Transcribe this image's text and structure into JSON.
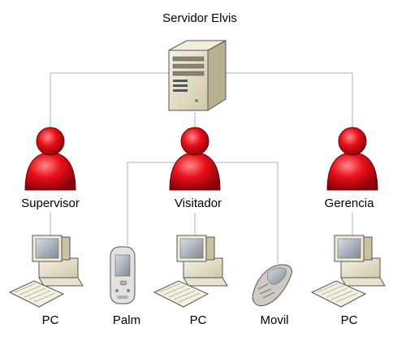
{
  "diagram": {
    "server": {
      "label": "Servidor Elvis",
      "icon": "server-tower-icon"
    },
    "users": [
      {
        "id": "supervisor",
        "label": "Supervisor",
        "icon": "user-icon"
      },
      {
        "id": "visitador",
        "label": "Visitador",
        "icon": "user-icon"
      },
      {
        "id": "gerencia",
        "label": "Gerencia",
        "icon": "user-icon"
      }
    ],
    "devices": [
      {
        "id": "pc-supervisor",
        "label": "PC",
        "icon": "desktop-pc-icon",
        "connected_to": "supervisor"
      },
      {
        "id": "palm",
        "label": "Palm",
        "icon": "palm-pda-icon",
        "connected_to": "visitador"
      },
      {
        "id": "pc-visitador",
        "label": "PC",
        "icon": "desktop-pc-icon",
        "connected_to": "visitador"
      },
      {
        "id": "movil",
        "label": "Movil",
        "icon": "mobile-phone-icon",
        "connected_to": "visitador"
      },
      {
        "id": "pc-gerencia",
        "label": "PC",
        "icon": "desktop-pc-icon",
        "connected_to": "gerencia"
      }
    ],
    "colors": {
      "user_fill": "#e8101a",
      "connector": "#b0b0b0",
      "server_body": "#ece6cf"
    }
  }
}
